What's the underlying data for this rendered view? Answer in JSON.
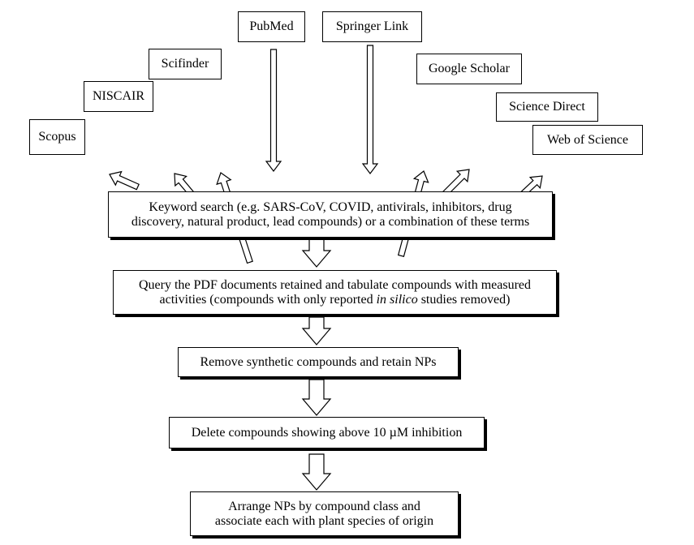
{
  "sources": [
    {
      "id": "scopus",
      "label": "Scopus"
    },
    {
      "id": "niscair",
      "label": "NISCAIR"
    },
    {
      "id": "scifinder",
      "label": "Scifinder"
    },
    {
      "id": "pubmed",
      "label": "PubMed"
    },
    {
      "id": "springer",
      "label": "Springer Link"
    },
    {
      "id": "google-scholar",
      "label": "Google Scholar"
    },
    {
      "id": "science-direct",
      "label": "Science Direct"
    },
    {
      "id": "web-of-science",
      "label": "Web of Science"
    }
  ],
  "steps": {
    "keyword": {
      "line1": "Keyword search (e.g. SARS-CoV, COVID, antivirals, inhibitors, drug",
      "line2": "discovery, natural product, lead compounds) or a combination of these terms"
    },
    "query": {
      "line1": "Query the PDF documents retained and tabulate compounds with measured",
      "line2_before": "activities (compounds with only reported ",
      "line2_italic": "in silico",
      "line2_after": " studies removed)"
    },
    "remove": {
      "line1": "Remove synthetic compounds and retain NPs"
    },
    "delete": {
      "line1": "Delete compounds showing above 10 µM inhibition"
    },
    "arrange": {
      "line1": "Arrange NPs by compound class and",
      "line2": "associate each with plant species of origin"
    }
  }
}
